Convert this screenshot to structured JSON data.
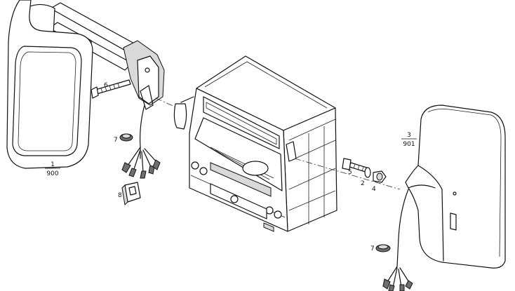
{
  "callouts": {
    "left_mirror": {
      "number": "1",
      "code": "900"
    },
    "right_mirror": {
      "number": "3",
      "code": "901"
    },
    "washer": {
      "number": "2"
    },
    "nut": {
      "number": "4"
    },
    "bolt_right": {
      "number": "5"
    },
    "bolt_left": {
      "number": "6"
    },
    "grommet_left": {
      "number": "7"
    },
    "grommet_right": {
      "number": "7"
    },
    "connector": {
      "number": "8"
    }
  }
}
